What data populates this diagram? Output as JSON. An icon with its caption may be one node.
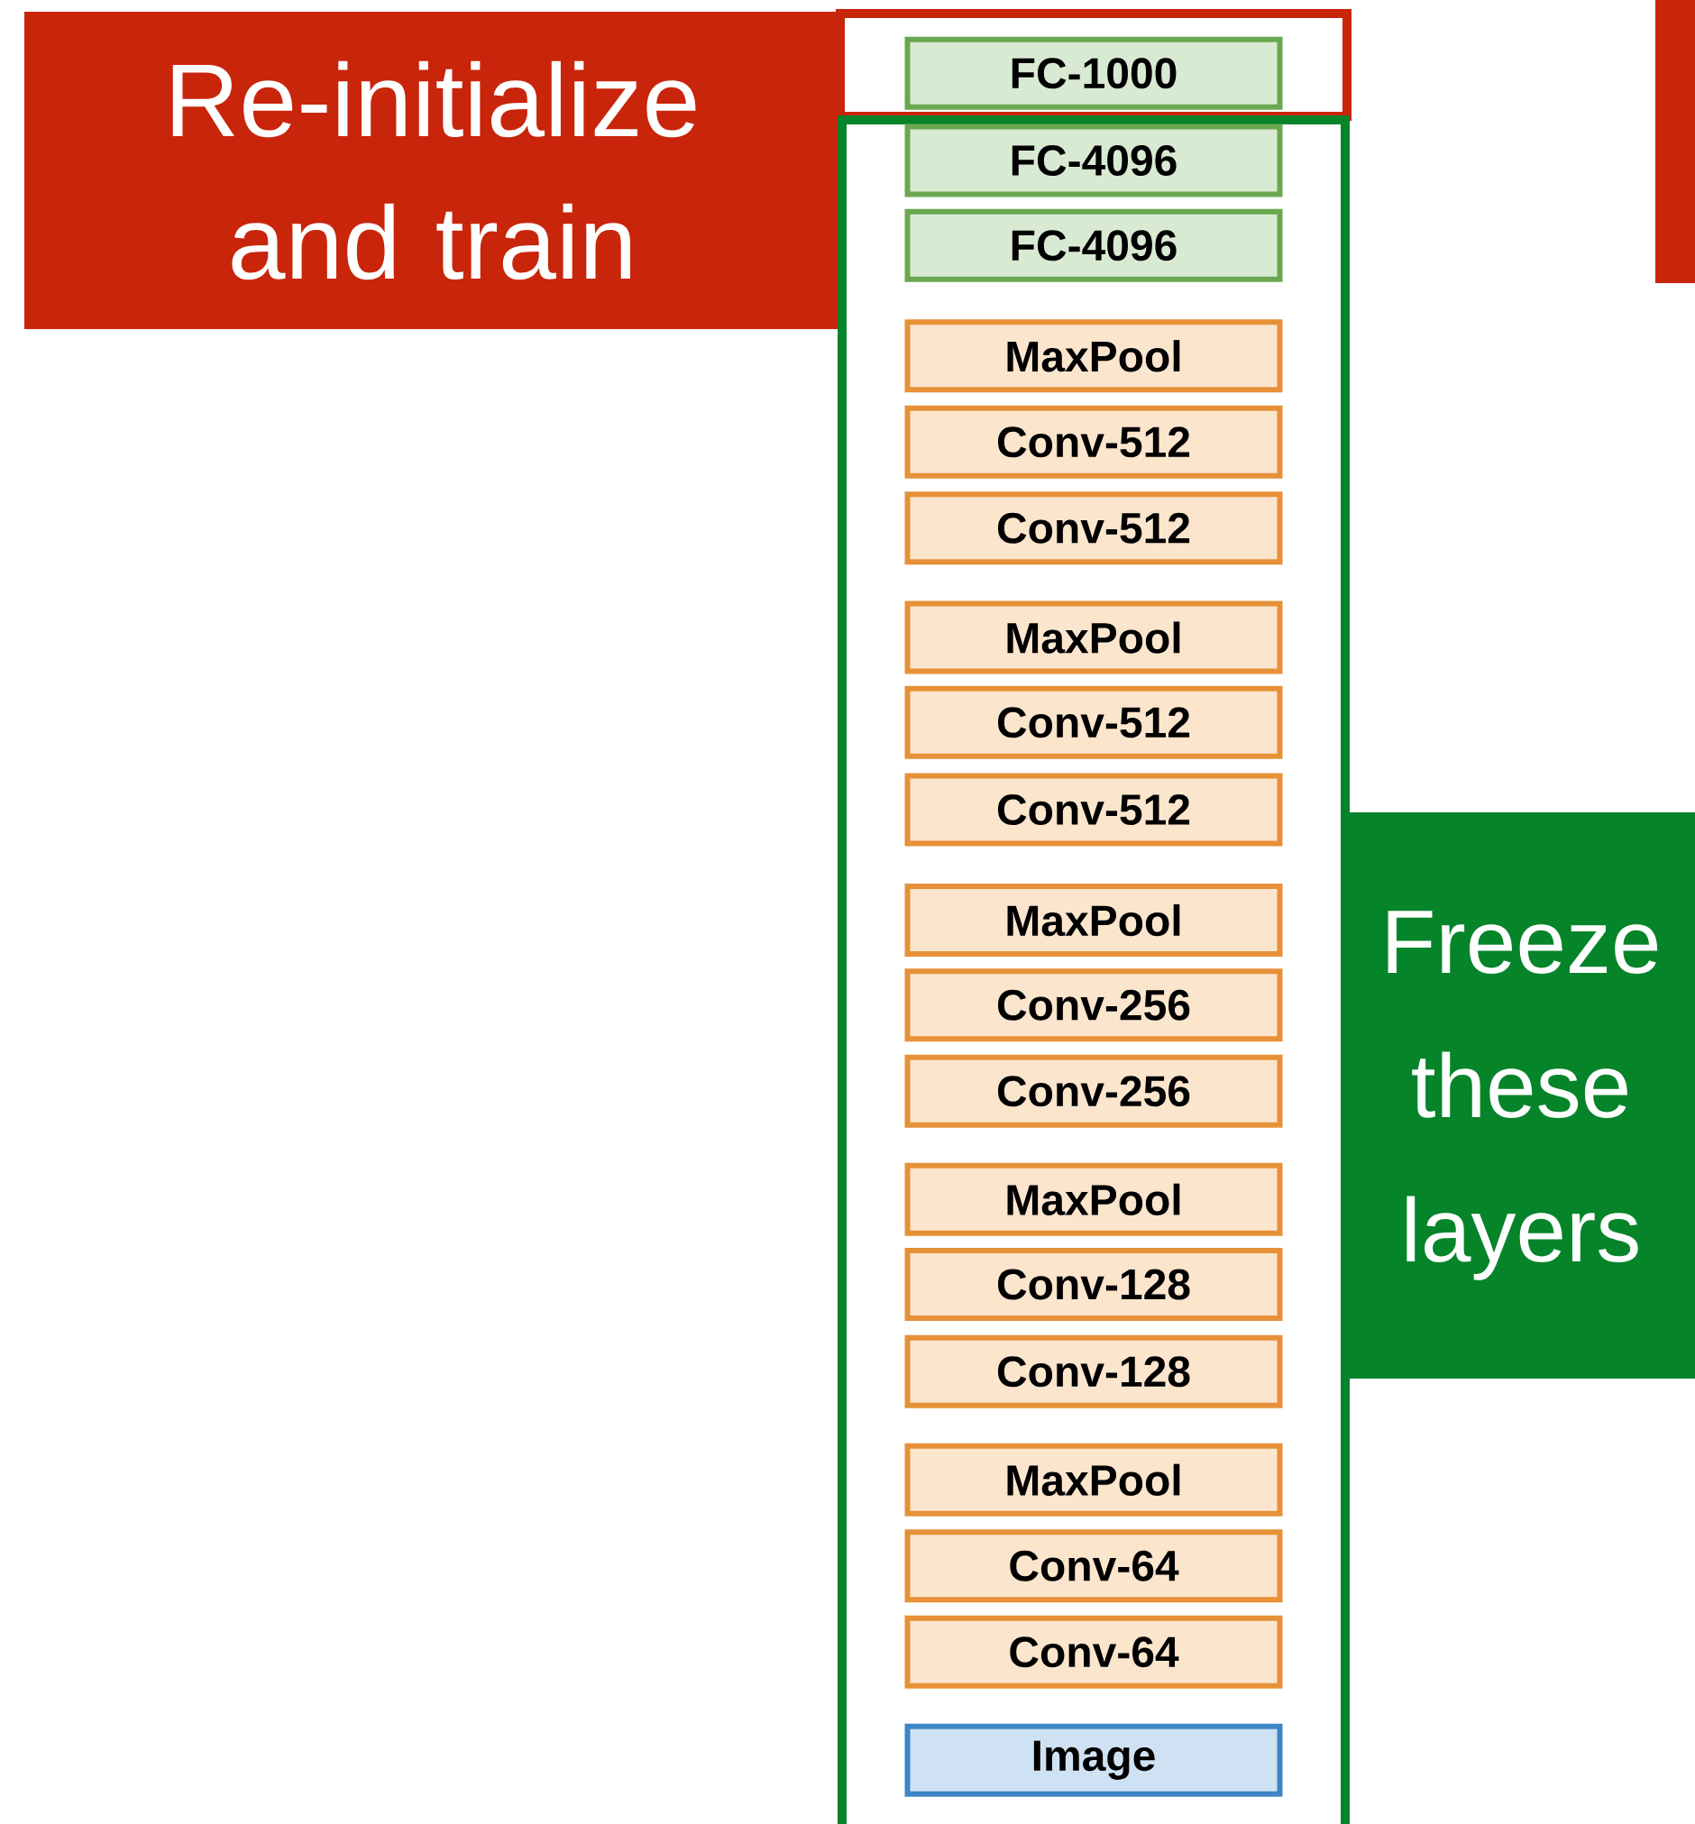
{
  "diagram": {
    "nodes": [
      {
        "text": [
          "Re-initialize and train"
        ]
      },
      {
        "text": [],
        "shape": "box"
      },
      {
        "text": [
          "FC-1000"
        ],
        "in": 1
      },
      {
        "text": [],
        "shape": "box"
      },
      {
        "text": [
          "FC-4096"
        ],
        "in": 3
      },
      {
        "text": [
          "FC-4096"
        ],
        "in": 3
      },
      {
        "text": [
          "MaxPool"
        ],
        "in": 3
      },
      {
        "text": [
          "Conv-512"
        ],
        "in": 3
      },
      {
        "text": [
          "Conv-512"
        ],
        "in": 3
      },
      {
        "text": [
          "MaxPool"
        ],
        "in": 3
      },
      {
        "text": [
          "Conv-512"
        ],
        "in": 3
      },
      {
        "text": [
          "Conv-512"
        ],
        "in": 3
      },
      {
        "text": [
          "MaxPool"
        ],
        "in": 3
      },
      {
        "text": [
          "Conv-256"
        ],
        "in": 3
      },
      {
        "text": [
          "Conv-256"
        ],
        "in": 3
      },
      {
        "text": [
          "MaxPool"
        ],
        "in": 3
      },
      {
        "text": [
          "Conv-128"
        ],
        "in": 3
      },
      {
        "text": [
          "Conv-128"
        ],
        "in": 3
      },
      {
        "text": [
          "MaxPool"
        ],
        "in": 3
      },
      {
        "text": [
          "Conv-64"
        ],
        "in": 3
      },
      {
        "text": [
          "Conv-64"
        ],
        "in": 3
      },
      {
        "text": [
          "Image"
        ],
        "in": 3
      },
      {
        "text": [
          "Freeze these layers"
        ]
      },
      {
        "text": [],
        "shape": "bar"
      }
    ]
  }
}
